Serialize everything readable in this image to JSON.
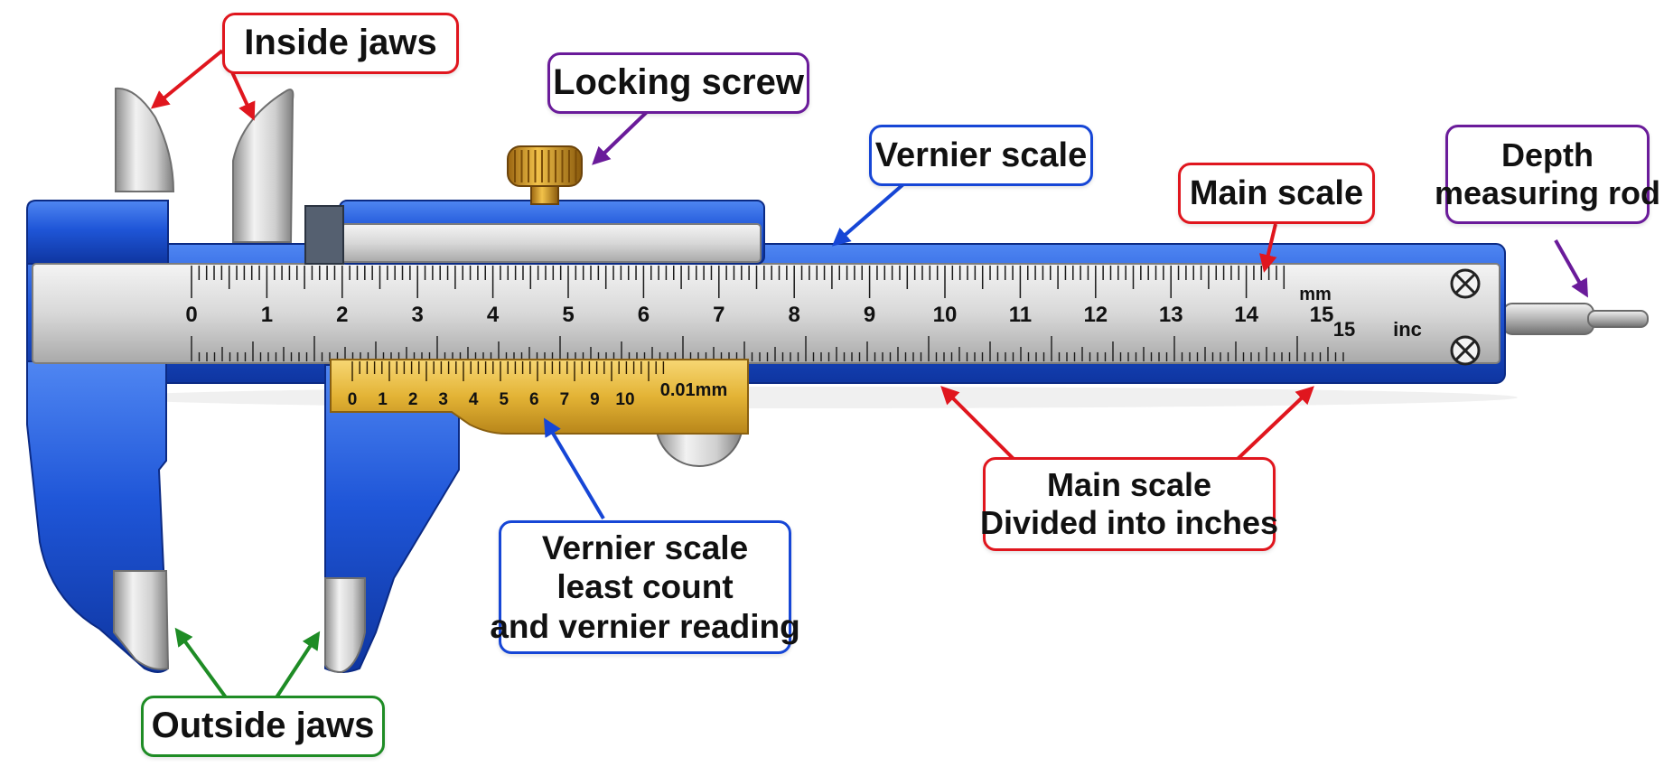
{
  "colors": {
    "red": "#e0161e",
    "purple": "#6a1b9a",
    "blue": "#1646d6",
    "green": "#1e8c25",
    "body_blue": "#1f56d8",
    "vernier_gold": "#e3b335"
  },
  "labels": {
    "inside_jaws": {
      "lines": [
        "Inside jaws"
      ]
    },
    "locking_screw": {
      "lines": [
        "Locking screw"
      ]
    },
    "vernier_scale": {
      "lines": [
        "Vernier scale"
      ]
    },
    "main_scale": {
      "lines": [
        "Main scale"
      ]
    },
    "depth_rod": {
      "lines": [
        "Depth",
        "measuring rod"
      ]
    },
    "main_scale_inches": {
      "lines": [
        "Main scale",
        "Divided into inches"
      ]
    },
    "vernier_least_count": {
      "lines": [
        "Vernier scale",
        "least count",
        "and vernier reading"
      ]
    },
    "outside_jaws": {
      "lines": [
        "Outside jaws"
      ]
    }
  },
  "scale": {
    "mm_numbers": [
      "0",
      "1",
      "2",
      "3",
      "4",
      "5",
      "6",
      "7",
      "8",
      "9",
      "10",
      "11",
      "12",
      "13",
      "14",
      "15"
    ],
    "mm_unit": "mm",
    "inch_number": "15",
    "inch_unit": "inc",
    "vernier_numbers": [
      "0",
      "1",
      "2",
      "3",
      "4",
      "5",
      "6",
      "7",
      "9",
      "10"
    ],
    "vernier_unit": "0.01mm"
  },
  "icons": [
    "screw-head-icon",
    "knurled-knob-icon",
    "thumb-wheel-icon"
  ]
}
